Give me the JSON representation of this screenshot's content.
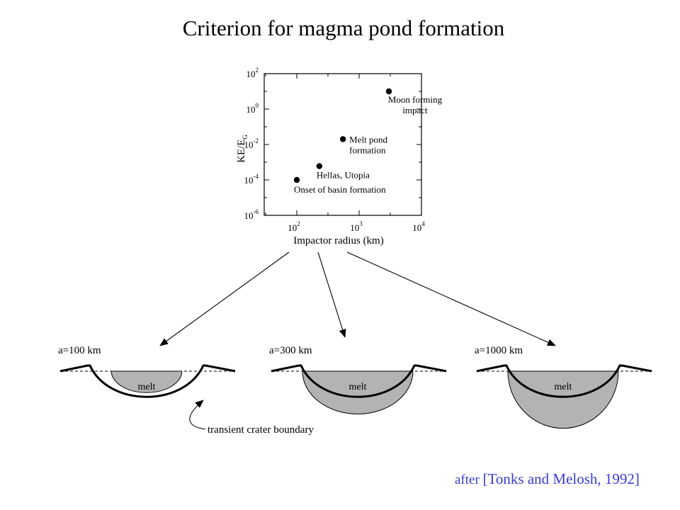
{
  "slide": {
    "title": "Criterion for magma pond formation",
    "citation_prefix": "after ",
    "citation": "[Tonks and Melosh, 1992]"
  },
  "chart_data": {
    "type": "scatter",
    "xlabel": "Impactor radius (km)",
    "ylabel": "KE/E",
    "ylabel_subscript": "G",
    "xscale": "log",
    "yscale": "log",
    "xlim": [
      30,
      10000
    ],
    "ylim": [
      1e-06,
      100
    ],
    "xticks": [
      {
        "value": 100,
        "base": "10",
        "exp": "2"
      },
      {
        "value": 1000,
        "base": "10",
        "exp": "3"
      },
      {
        "value": 10000,
        "base": "10",
        "exp": "4"
      }
    ],
    "yticks": [
      {
        "value": 1e-06,
        "base": "10",
        "exp": "-6"
      },
      {
        "value": 0.0001,
        "base": "10",
        "exp": "-4"
      },
      {
        "value": 0.01,
        "base": "10",
        "exp": "-2"
      },
      {
        "value": 1,
        "base": "10",
        "exp": "0"
      },
      {
        "value": 100,
        "base": "10",
        "exp": "2"
      }
    ],
    "points": [
      {
        "x": 100,
        "y": 0.0001,
        "label_lines": [
          "Onset of basin formation"
        ]
      },
      {
        "x": 230,
        "y": 0.0006,
        "label_lines": [
          "Hellas, Utopia"
        ]
      },
      {
        "x": 550,
        "y": 0.02,
        "label_lines": [
          "Melt pond",
          "formation"
        ]
      },
      {
        "x": 3000,
        "y": 10,
        "label_lines": [
          "Moon forming",
          "impact"
        ]
      }
    ]
  },
  "diagrams": [
    {
      "label": "a=100 km",
      "melt_label": "melt",
      "melt_to_crater": 0.6
    },
    {
      "label": "a=300 km",
      "melt_label": "melt",
      "melt_to_crater": 1.2
    },
    {
      "label": "a=1000 km",
      "melt_label": "melt",
      "melt_to_crater": 1.6
    }
  ],
  "annotation": "transient crater boundary",
  "colors": {
    "melt": "#b3b3b3",
    "citation": "#3a3ad8"
  }
}
